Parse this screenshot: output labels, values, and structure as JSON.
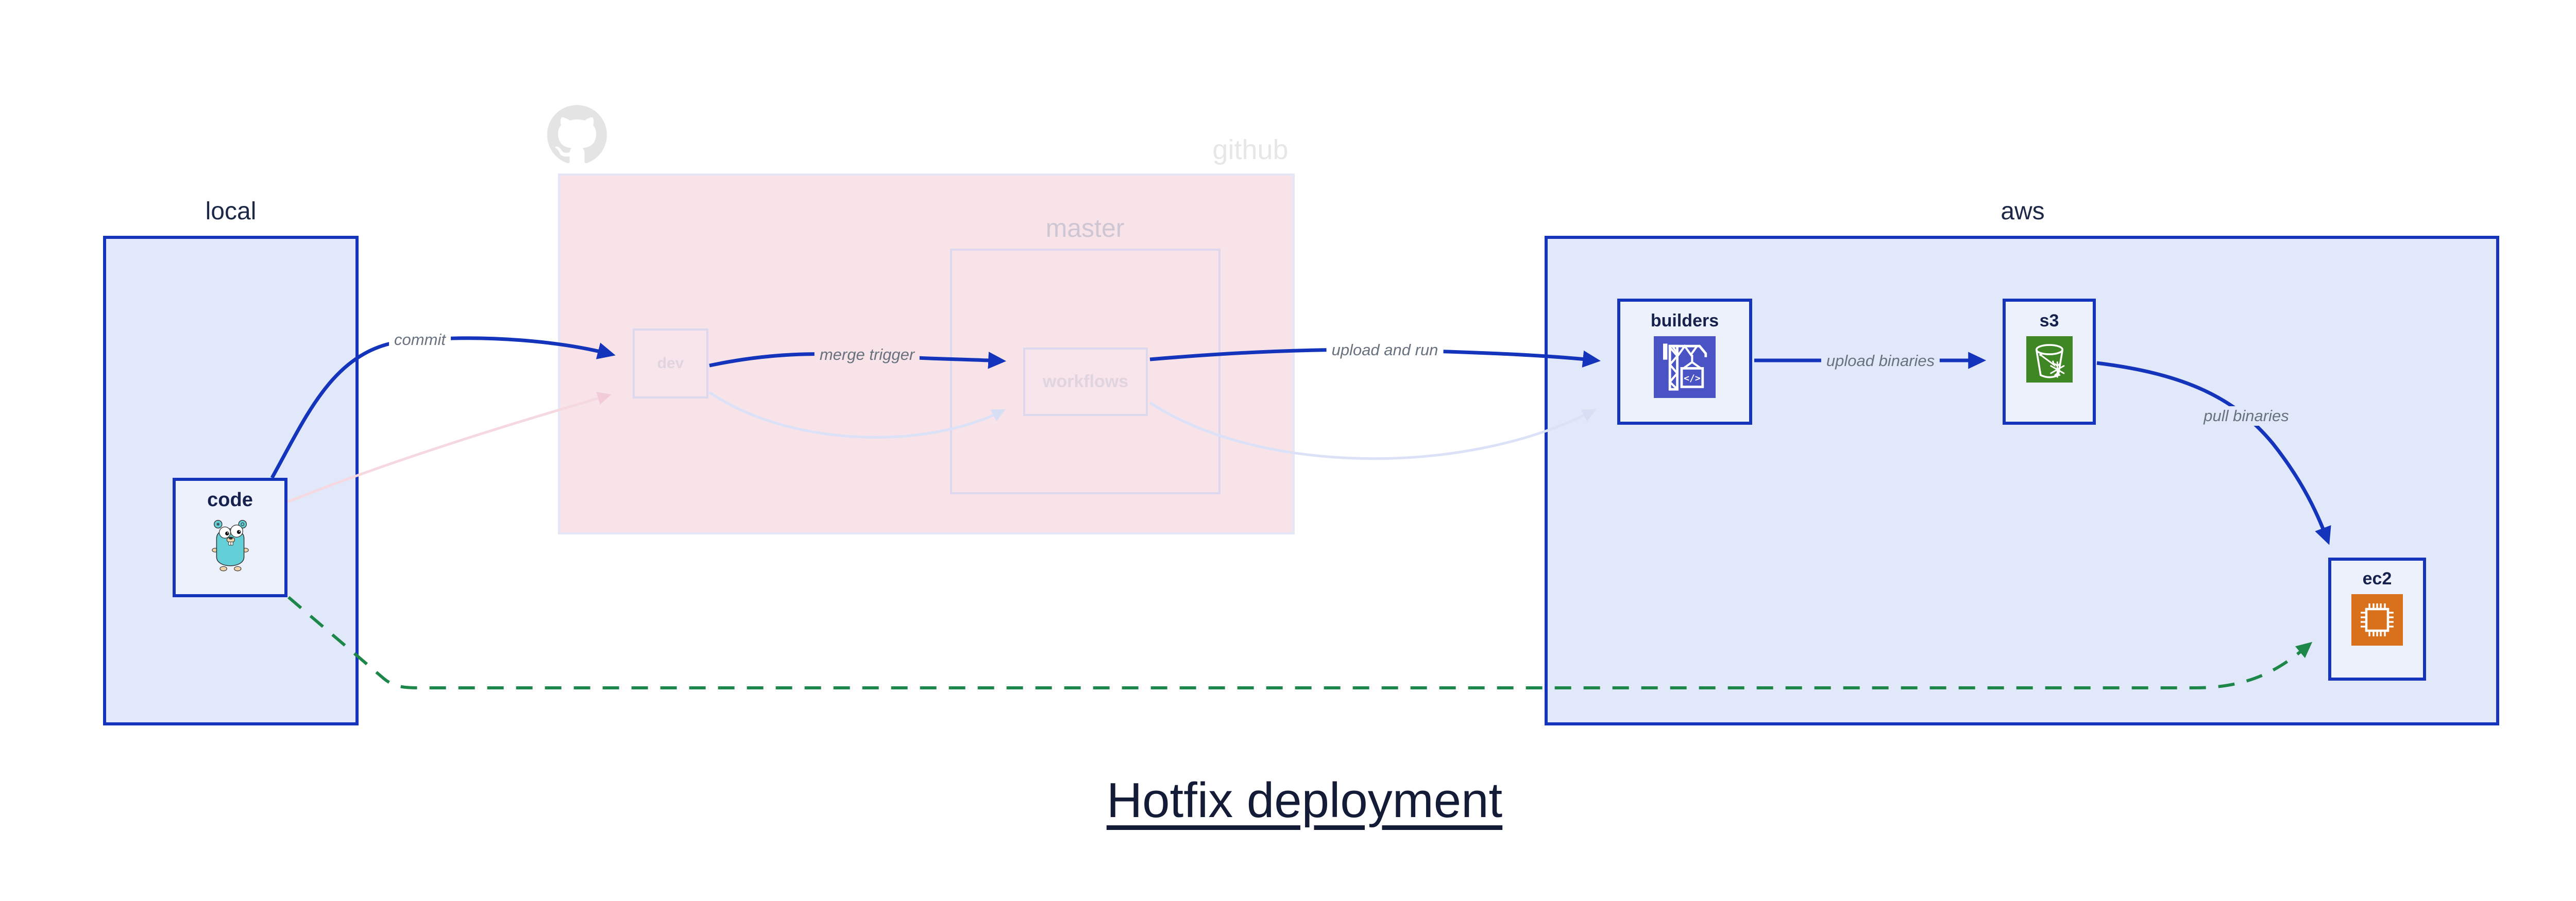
{
  "title": "Hotfix deployment",
  "regions": {
    "local": {
      "label": "local"
    },
    "github": {
      "label": "github"
    },
    "master": {
      "label": "master"
    },
    "aws": {
      "label": "aws"
    }
  },
  "nodes": {
    "code": {
      "label": "code",
      "icon": "go-gopher-icon"
    },
    "dev": {
      "label": "dev",
      "state": "faded"
    },
    "workflows": {
      "label": "workflows",
      "state": "faded"
    },
    "builders": {
      "label": "builders",
      "icon": "codebuild-crane-icon"
    },
    "s3": {
      "label": "s3",
      "icon": "s3-glacier-bucket-icon"
    },
    "ec2": {
      "label": "ec2",
      "icon": "ec2-chip-icon"
    }
  },
  "edges": [
    {
      "id": "commit",
      "label": "commit",
      "from": "code",
      "to": "dev",
      "style": "bold-blue"
    },
    {
      "id": "code-dev-faded",
      "label": "",
      "from": "code",
      "to": "dev",
      "style": "faded-pink"
    },
    {
      "id": "merge-trigger",
      "label": "merge trigger",
      "from": "dev",
      "to": "workflows",
      "style": "bold-blue"
    },
    {
      "id": "dev-workflows-faded",
      "label": "",
      "from": "dev",
      "to": "workflows",
      "style": "faded-lavender"
    },
    {
      "id": "upload-and-run",
      "label": "upload and run",
      "from": "workflows",
      "to": "builders",
      "style": "bold-blue"
    },
    {
      "id": "workflows-builders-faded",
      "label": "",
      "from": "workflows",
      "to": "builders",
      "style": "faded-lavender"
    },
    {
      "id": "upload-binaries",
      "label": "upload binaries",
      "from": "builders",
      "to": "s3",
      "style": "bold-blue"
    },
    {
      "id": "pull-binaries",
      "label": "pull binaries",
      "from": "s3",
      "to": "ec2",
      "style": "bold-blue"
    },
    {
      "id": "hotfix-direct",
      "label": "",
      "from": "code",
      "to": "ec2",
      "style": "dashed-green"
    }
  ],
  "colors": {
    "accent_blue": "#1334bb",
    "region_blue_fill": "#e1e8f9",
    "node_fill": "#edf1fb",
    "github_pink_fill": "#f8e3e9",
    "faded_border": "#dcd8ee",
    "faded_pink_edge": "#f6d8e1",
    "faded_lavender_edge": "#dbe1f6",
    "green_dashed_edge": "#1d8749",
    "edge_label_gray": "#68727f",
    "codebuild_indigo": "#4a53c4",
    "s3_green": "#3f8624",
    "ec2_orange": "#d9701c",
    "gopher_teal": "#63d0d8",
    "octocat_gray": "#e4e4e4",
    "title_navy": "#141b36"
  }
}
